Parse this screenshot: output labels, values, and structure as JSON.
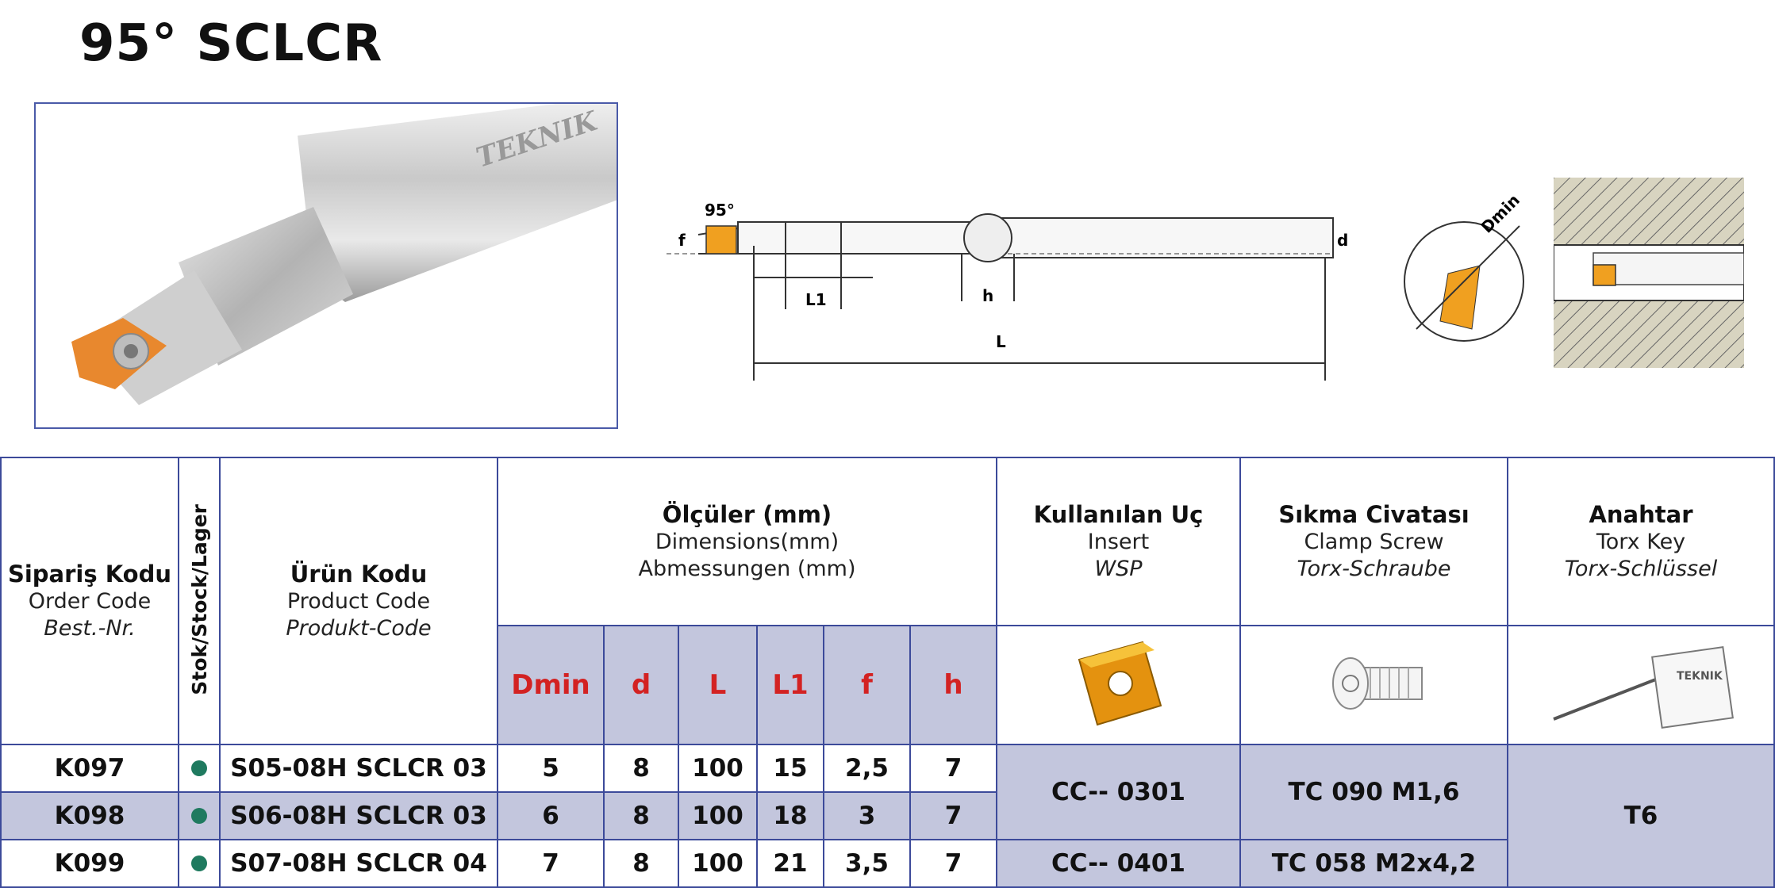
{
  "title": "95° SCLCR",
  "diagram": {
    "angle": "95°",
    "labels": {
      "f": "f",
      "d": "d",
      "h": "h",
      "L1": "L1",
      "L": "L",
      "Dmin": "Dmin"
    }
  },
  "brand": "TEKNIK",
  "table": {
    "headers": {
      "order": {
        "tr": "Sipariş Kodu",
        "en": "Order Code",
        "de": "Best.-Nr."
      },
      "stock": "Stok/Stock/Lager",
      "product": {
        "tr": "Ürün Kodu",
        "en": "Product Code",
        "de": "Produkt-Code"
      },
      "dims": {
        "tr": "Ölçüler (mm)",
        "en": "Dimensions(mm)",
        "de": "Abmessungen (mm)"
      },
      "insert": {
        "tr": "Kullanılan Uç",
        "en": "Insert",
        "de": "WSP"
      },
      "screw": {
        "tr": "Sıkma Civatası",
        "en": "Clamp Screw",
        "de": "Torx-Schraube"
      },
      "key": {
        "tr": "Anahtar",
        "en": "Torx Key",
        "de": "Torx-Schlüssel"
      },
      "dim_cols": [
        "Dmin",
        "d",
        "L",
        "L1",
        "f",
        "h"
      ]
    },
    "rows": [
      {
        "order": "K097",
        "product": "S05-08H SCLCR 03",
        "Dmin": "5",
        "d": "8",
        "L": "100",
        "L1": "15",
        "f": "2,5",
        "h": "7"
      },
      {
        "order": "K098",
        "product": "S06-08H SCLCR 03",
        "Dmin": "6",
        "d": "8",
        "L": "100",
        "L1": "18",
        "f": "3",
        "h": "7"
      },
      {
        "order": "K099",
        "product": "S07-08H SCLCR 04",
        "Dmin": "7",
        "d": "8",
        "L": "100",
        "L1": "21",
        "f": "3,5",
        "h": "7"
      }
    ],
    "inserts": [
      "CC-- 0301",
      "CC-- 0401"
    ],
    "screws": [
      "TC 090 M1,6",
      "TC 058 M2x4,2"
    ],
    "key_value": "T6"
  },
  "colors": {
    "border": "#3c4a9a",
    "shade": "#c3c6dd",
    "dim_red": "#d32222",
    "stock_dot": "#1f7a5f",
    "insert_orange": "#f0a020"
  }
}
